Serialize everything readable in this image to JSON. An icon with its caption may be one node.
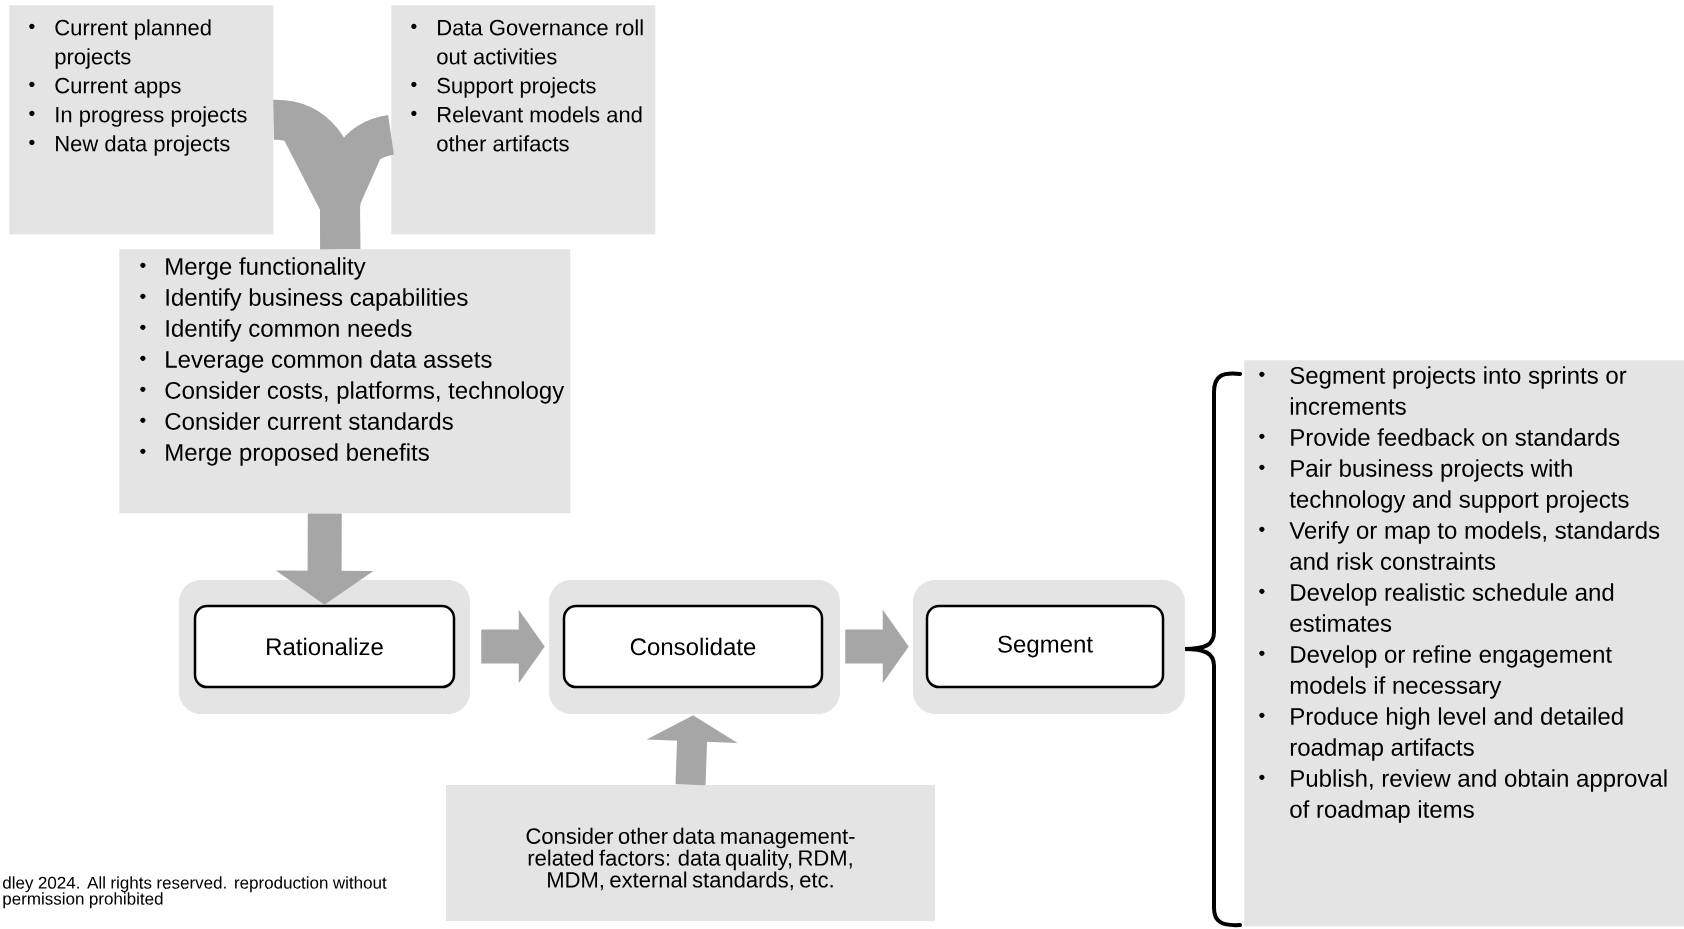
{
  "diagram": {
    "nodes": [
      {
        "text": [
          "Current planned projects",
          "Current apps",
          "In progress projects",
          "New data projects"
        ]
      },
      {
        "text": [
          "Data Governance roll out activities",
          "Support projects",
          "Relevant models and other artifacts"
        ]
      },
      {
        "text": [
          "Merge functionality",
          "Identify business capabilities",
          "Identify common needs",
          "Leverage common data assets",
          "Consider costs, platforms, technology",
          "Consider current standards",
          "Merge proposed benefits"
        ]
      },
      {
        "text": [
          "Rationalize"
        ]
      },
      {
        "text": [
          "Consolidate"
        ]
      },
      {
        "text": [
          "Segment"
        ]
      },
      {
        "text": [
          "Segment projects into sprints or increments",
          "Provide feedback on standards",
          "Pair business projects with technology and support projects",
          "Verify or map to models, standards and risk constraints",
          "Develop realistic schedule and estimates",
          "Develop or refine engagement models if necessary",
          "Produce high level and detailed roadmap artifacts",
          "Publish, review and obtain approval of roadmap items"
        ]
      },
      {
        "text": [
          "Consider other data management-related factors: data quality, RDM, MDM, external standards, etc."
        ]
      }
    ],
    "edges": [
      {
        "from": 0,
        "to": 2,
        "arrow": "none"
      },
      {
        "from": 1,
        "to": 2,
        "arrow": "none"
      },
      {
        "from": 2,
        "to": 3,
        "arrow": "to"
      },
      {
        "from": 3,
        "to": 4,
        "arrow": "to"
      },
      {
        "from": 4,
        "to": 5,
        "arrow": "to"
      },
      {
        "from": 7,
        "to": 4,
        "arrow": "to"
      }
    ],
    "labels": [
      "dley 2024. All rights reserved. reproduction without permission prohibited"
    ]
  }
}
